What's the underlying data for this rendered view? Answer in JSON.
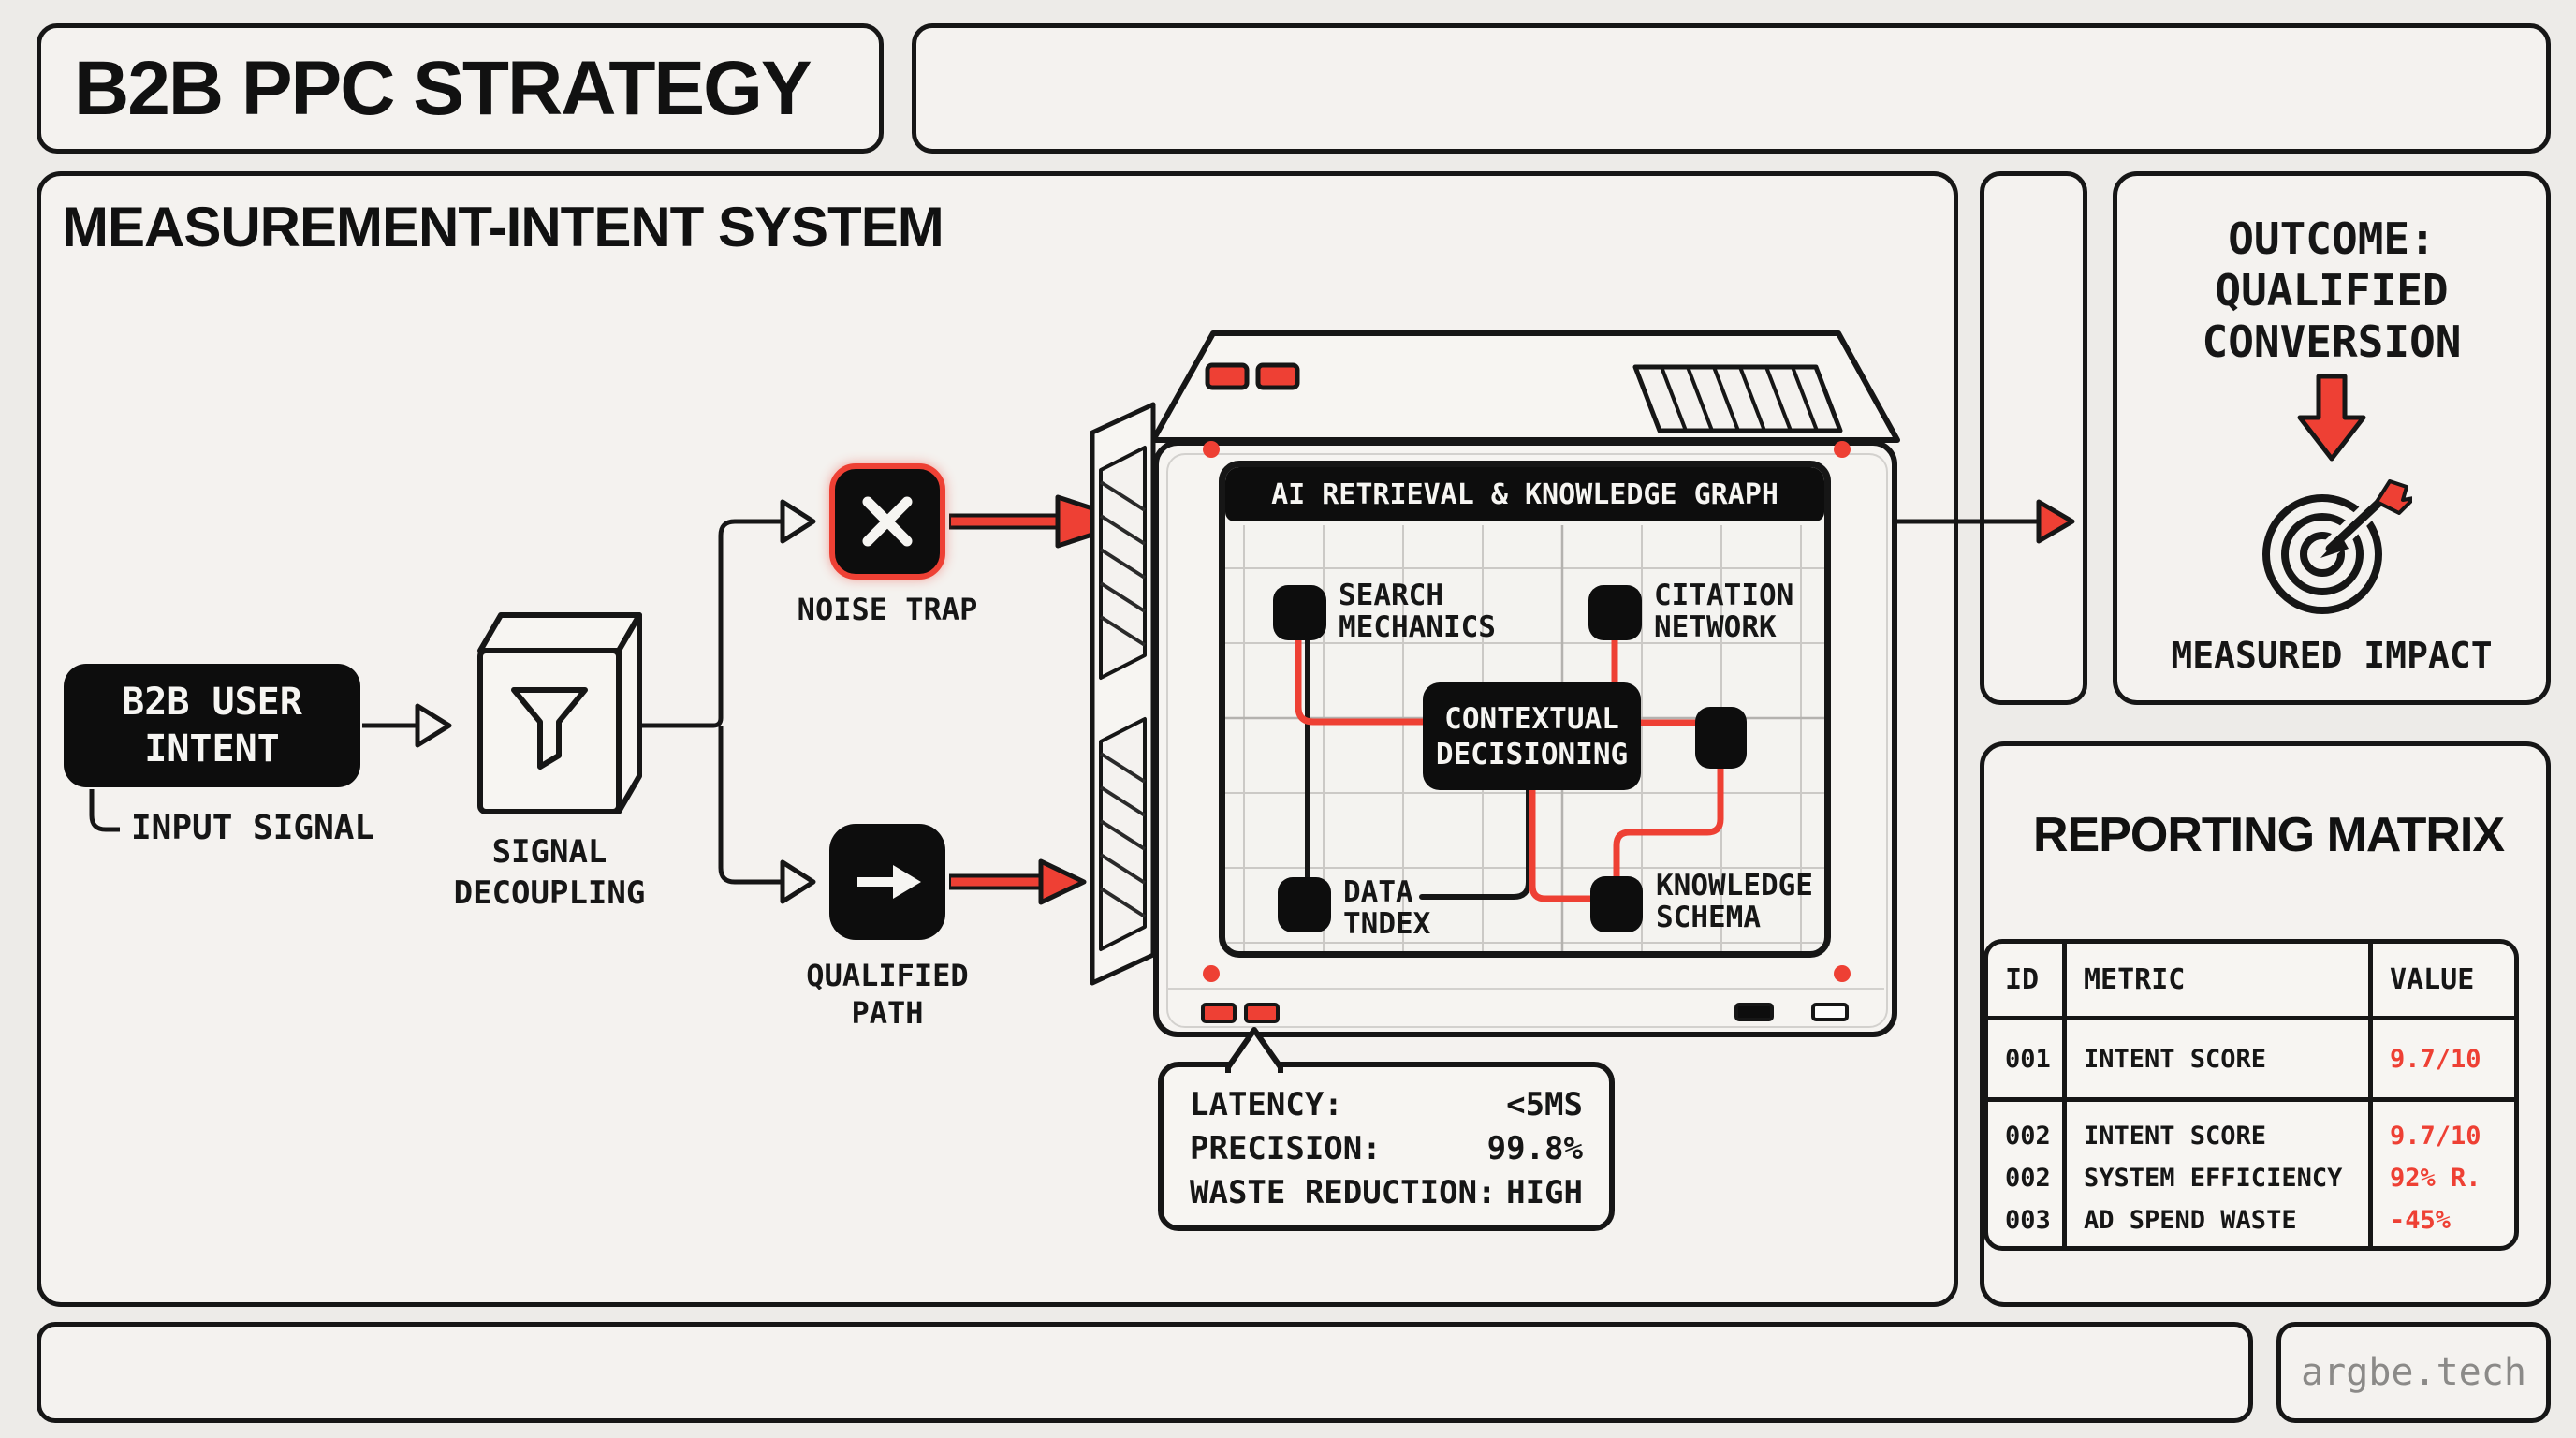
{
  "colors": {
    "accent": "#ee4034",
    "ink": "#161616",
    "background": "#edebe8",
    "muted_text": "#8b8a88"
  },
  "header": {
    "title": "B2B PPC STRATEGY"
  },
  "main": {
    "heading": "MEASUREMENT-INTENT SYSTEM",
    "input_node": {
      "line1": "B2B USER",
      "line2": "INTENT",
      "tag": "INPUT SIGNAL"
    },
    "decoupler": {
      "line1": "SIGNAL",
      "line2": "DECOUPLING",
      "icon": "funnel-icon"
    },
    "noise_trap": {
      "label": "NOISE TRAP",
      "icon": "x-icon"
    },
    "qualified_path": {
      "line1": "QUALIFIED",
      "line2": "PATH",
      "icon": "arrow-right-icon"
    }
  },
  "monitor": {
    "screen_title": "AI RETRIEVAL & KNOWLEDGE GRAPH",
    "nodes": {
      "search": {
        "line1": "SEARCH",
        "line2": "MECHANICS"
      },
      "citation": {
        "line1": "CITATION",
        "line2": "NETWORK"
      },
      "contextual": {
        "line1": "CONTEXTUAL",
        "line2": "DECISIONING"
      },
      "data": {
        "line1": "DATA",
        "line2": "TNDEX"
      },
      "knowledge": {
        "line1": "KNOWLEDGE",
        "line2": "SCHEMA"
      }
    },
    "stats": [
      {
        "label": "LATENCY:",
        "value": "<5MS"
      },
      {
        "label": "PRECISION:",
        "value": "99.8%"
      },
      {
        "label": "WASTE REDUCTION:",
        "value": "HIGH"
      }
    ]
  },
  "outcome": {
    "line1": "OUTCOME:",
    "line2": "QUALIFIED",
    "line3": "CONVERSION",
    "icon": "target-icon",
    "caption": "MEASURED IMPACT"
  },
  "reporting": {
    "heading": "REPORTING MATRIX",
    "table": {
      "headers": [
        "ID",
        "METRIC",
        "VALUE"
      ],
      "rows": [
        {
          "id": "001",
          "metric": "INTENT SCORE",
          "value": "9.7/10"
        },
        {
          "id": "002",
          "metric": "INTENT SCORE",
          "value": "9.7/10"
        },
        {
          "id": "002",
          "metric": "SYSTEM EFFICIENCY",
          "value": "92% R."
        },
        {
          "id": "003",
          "metric": "AD SPEND WASTE",
          "value": "-45%"
        }
      ]
    }
  },
  "footer": {
    "brand": "argbe.tech"
  }
}
